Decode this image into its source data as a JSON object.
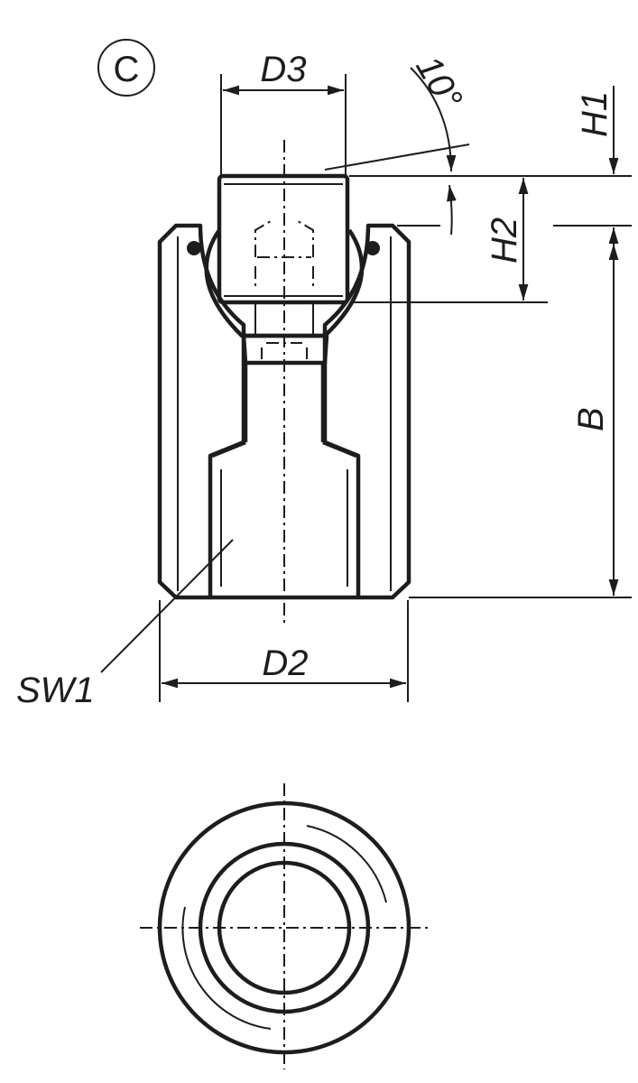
{
  "title_mark": "C",
  "labels": {
    "d3": "D3",
    "angle": "10°",
    "h1": "H1",
    "h2": "H2",
    "b": "B",
    "sw1": "SW1",
    "d2": "D2"
  },
  "colors": {
    "line": "#1d1d1b",
    "background": "#ffffff"
  }
}
